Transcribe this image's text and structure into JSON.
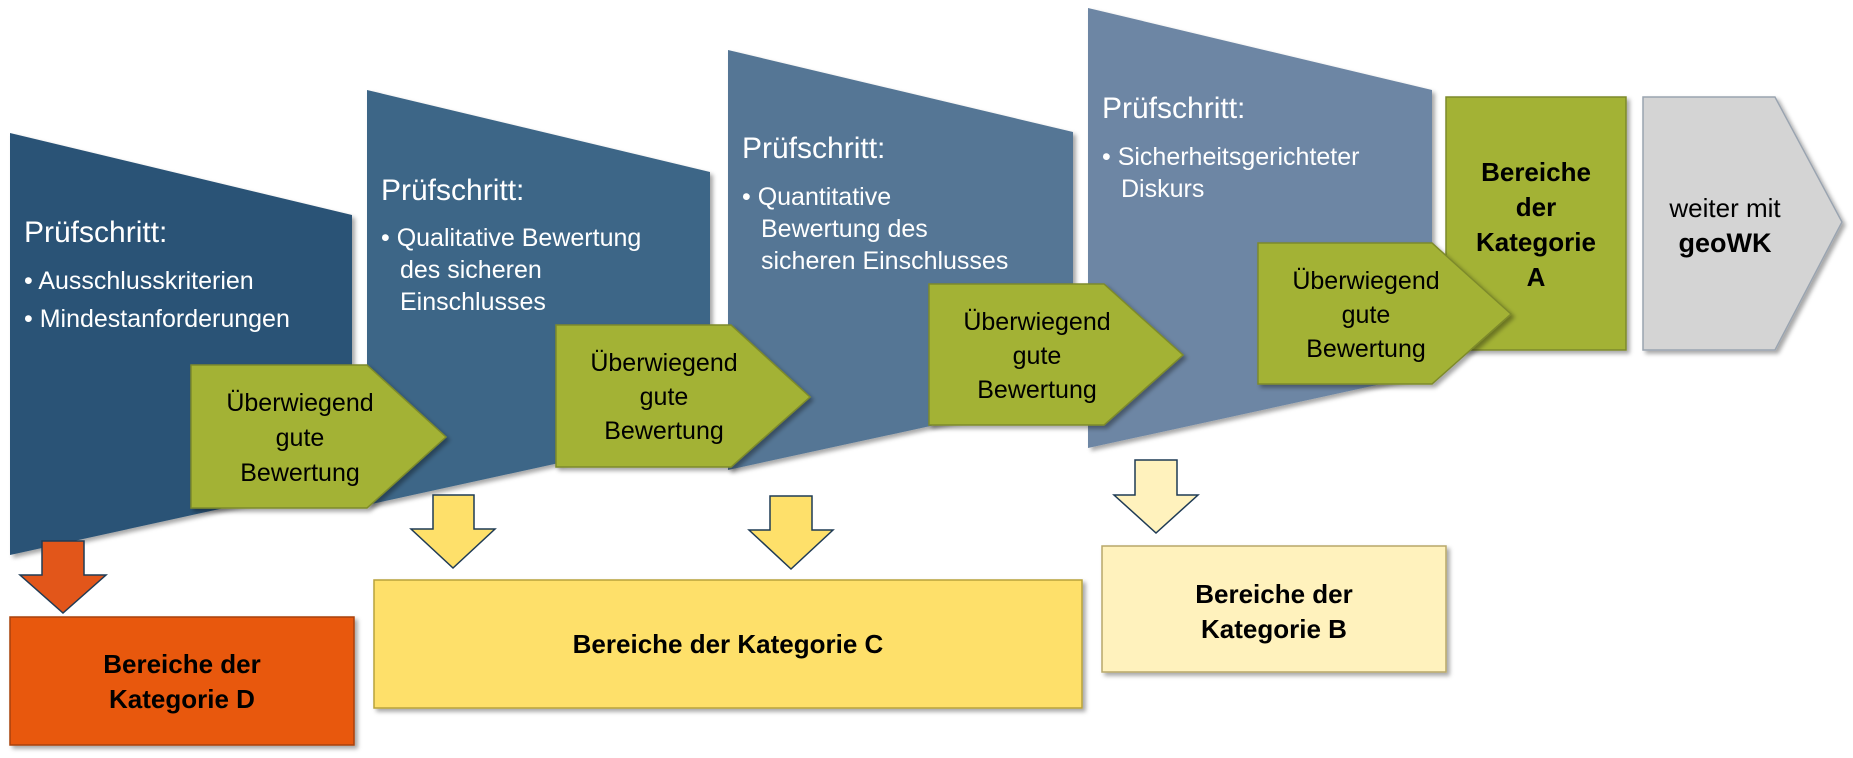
{
  "colors": {
    "stage1": "#2a5376",
    "stage2": "#3e6687",
    "stage3": "#557695",
    "stage4": "#6d86a4",
    "green": "#a3b236",
    "green_border": "#7d8a2a",
    "cat_d": "#e8590c",
    "cat_c": "#fee06a",
    "cat_b": "#fff2bd",
    "grey": "#d4d4d4",
    "down_orange": "#e2561a",
    "down_yellow": "#fee06a",
    "down_light": "#fff2bd"
  },
  "stages": [
    {
      "heading": "Prüfschritt:",
      "bullets": [
        "• Ausschlusskriterien",
        "• Mindestanforderungen"
      ]
    },
    {
      "heading": "Prüfschritt:",
      "bullets": [
        "• Qualitative Bewertung",
        "des sicheren",
        "Einschlusses"
      ]
    },
    {
      "heading": "Prüfschritt:",
      "bullets": [
        "• Quantitative",
        "Bewertung des",
        "sicheren Einschlusses"
      ]
    },
    {
      "heading": "Prüfschritt:",
      "bullets": [
        "• Sicherheitsgerichteter",
        "Diskurs"
      ]
    }
  ],
  "pass_arrow": {
    "lines": [
      "Überwiegend",
      "gute",
      "Bewertung"
    ]
  },
  "categories": {
    "a": {
      "lines": [
        "Bereiche",
        "der",
        "Kategorie",
        "A"
      ]
    },
    "b": {
      "lines": [
        "Bereiche der",
        "Kategorie B"
      ]
    },
    "c": {
      "lines": [
        "Bereiche der Kategorie C"
      ]
    },
    "d": {
      "lines": [
        "Bereiche der",
        "Kategorie D"
      ]
    }
  },
  "continue": {
    "line1": "weiter mit",
    "line2": "geoWK"
  }
}
